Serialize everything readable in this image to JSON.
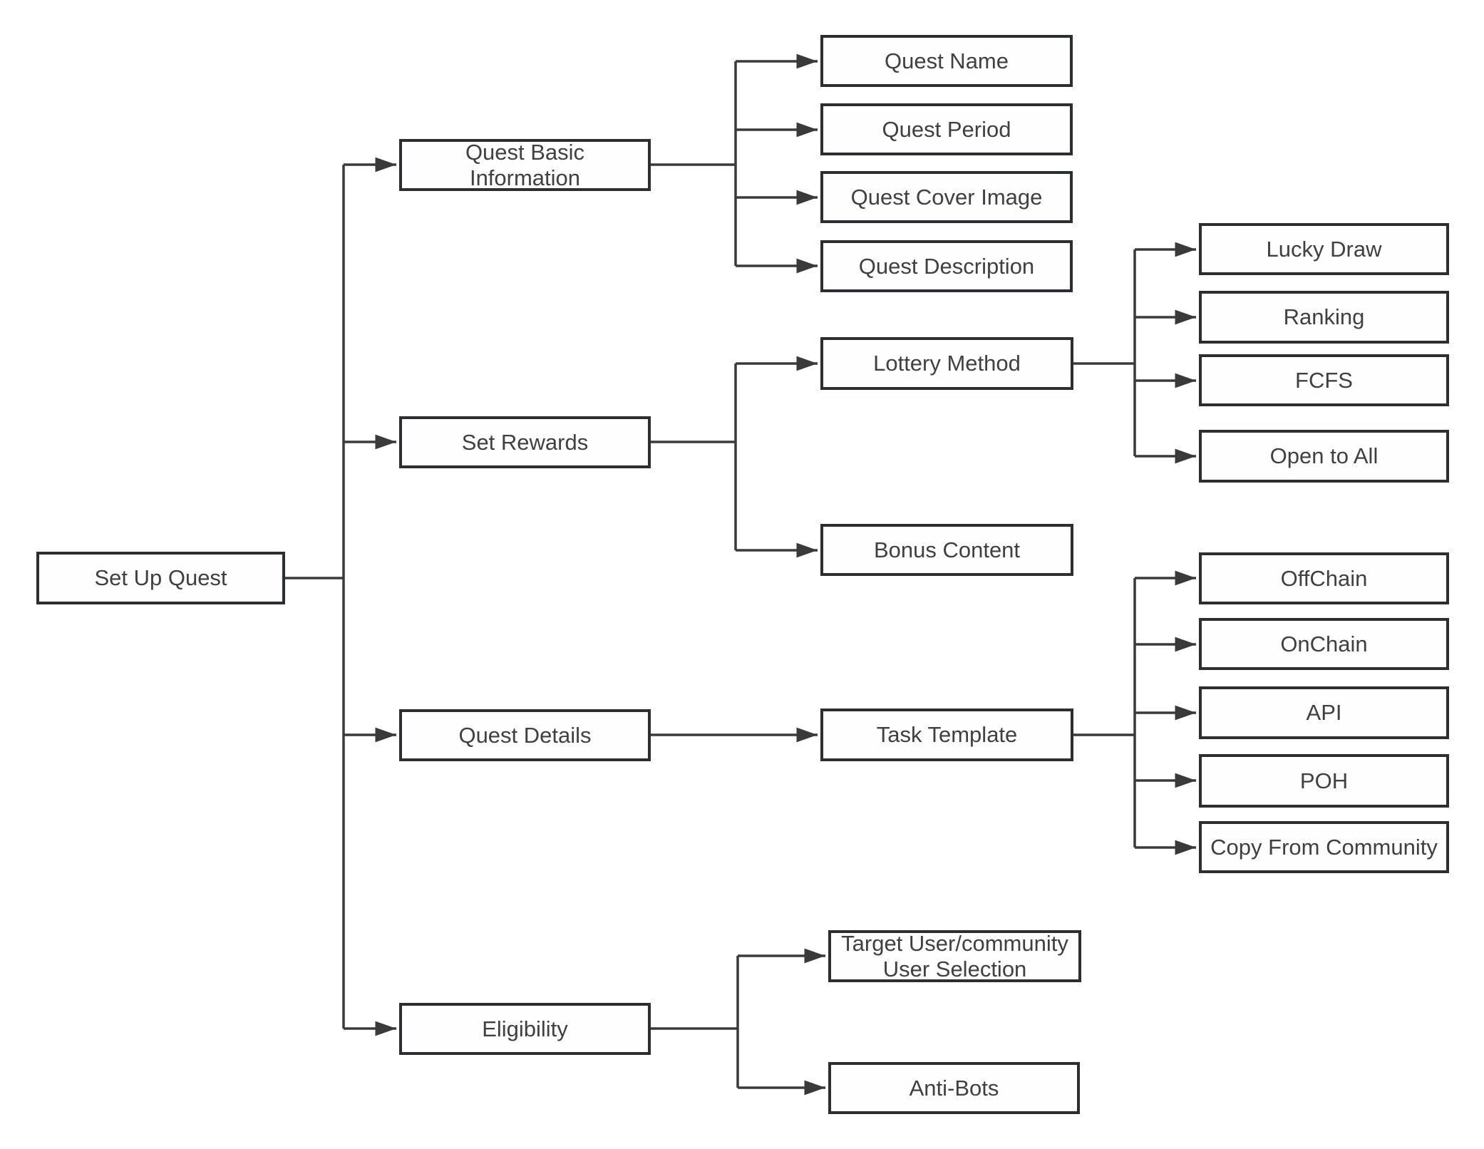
{
  "diagram": {
    "type": "flowchart-tree",
    "orientation": "left-to-right",
    "nodes": {
      "set_up_quest": "Set Up Quest",
      "quest_basic_information": "Quest Basic Information",
      "set_rewards": "Set Rewards",
      "quest_details": "Quest Details",
      "eligibility": "Eligibility",
      "quest_name": "Quest Name",
      "quest_period": "Quest Period",
      "quest_cover_image": "Quest Cover Image",
      "quest_description": "Quest Description",
      "lottery_method": "Lottery Method",
      "bonus_content": "Bonus Content",
      "task_template": "Task Template",
      "lucky_draw": "Lucky Draw",
      "ranking": "Ranking",
      "fcfs": "FCFS",
      "open_to_all": "Open to All",
      "offchain": "OffChain",
      "onchain": "OnChain",
      "api": "API",
      "poh": "POH",
      "copy_from_community": "Copy From Community",
      "target_user": "Target User/community User Selection",
      "anti_bots": "Anti-Bots"
    },
    "edges": [
      [
        "set_up_quest",
        "quest_basic_information"
      ],
      [
        "set_up_quest",
        "set_rewards"
      ],
      [
        "set_up_quest",
        "quest_details"
      ],
      [
        "set_up_quest",
        "eligibility"
      ],
      [
        "quest_basic_information",
        "quest_name"
      ],
      [
        "quest_basic_information",
        "quest_period"
      ],
      [
        "quest_basic_information",
        "quest_cover_image"
      ],
      [
        "quest_basic_information",
        "quest_description"
      ],
      [
        "set_rewards",
        "lottery_method"
      ],
      [
        "set_rewards",
        "bonus_content"
      ],
      [
        "lottery_method",
        "lucky_draw"
      ],
      [
        "lottery_method",
        "ranking"
      ],
      [
        "lottery_method",
        "fcfs"
      ],
      [
        "lottery_method",
        "open_to_all"
      ],
      [
        "quest_details",
        "task_template"
      ],
      [
        "task_template",
        "offchain"
      ],
      [
        "task_template",
        "onchain"
      ],
      [
        "task_template",
        "api"
      ],
      [
        "task_template",
        "poh"
      ],
      [
        "task_template",
        "copy_from_community"
      ],
      [
        "eligibility",
        "target_user"
      ],
      [
        "eligibility",
        "anti_bots"
      ]
    ]
  },
  "style": {
    "line-color": "#3a3a3a",
    "box-border": "#2b2f33",
    "box-fill": "#fefefe",
    "text-color": "#404040",
    "background": "#ffffff"
  }
}
